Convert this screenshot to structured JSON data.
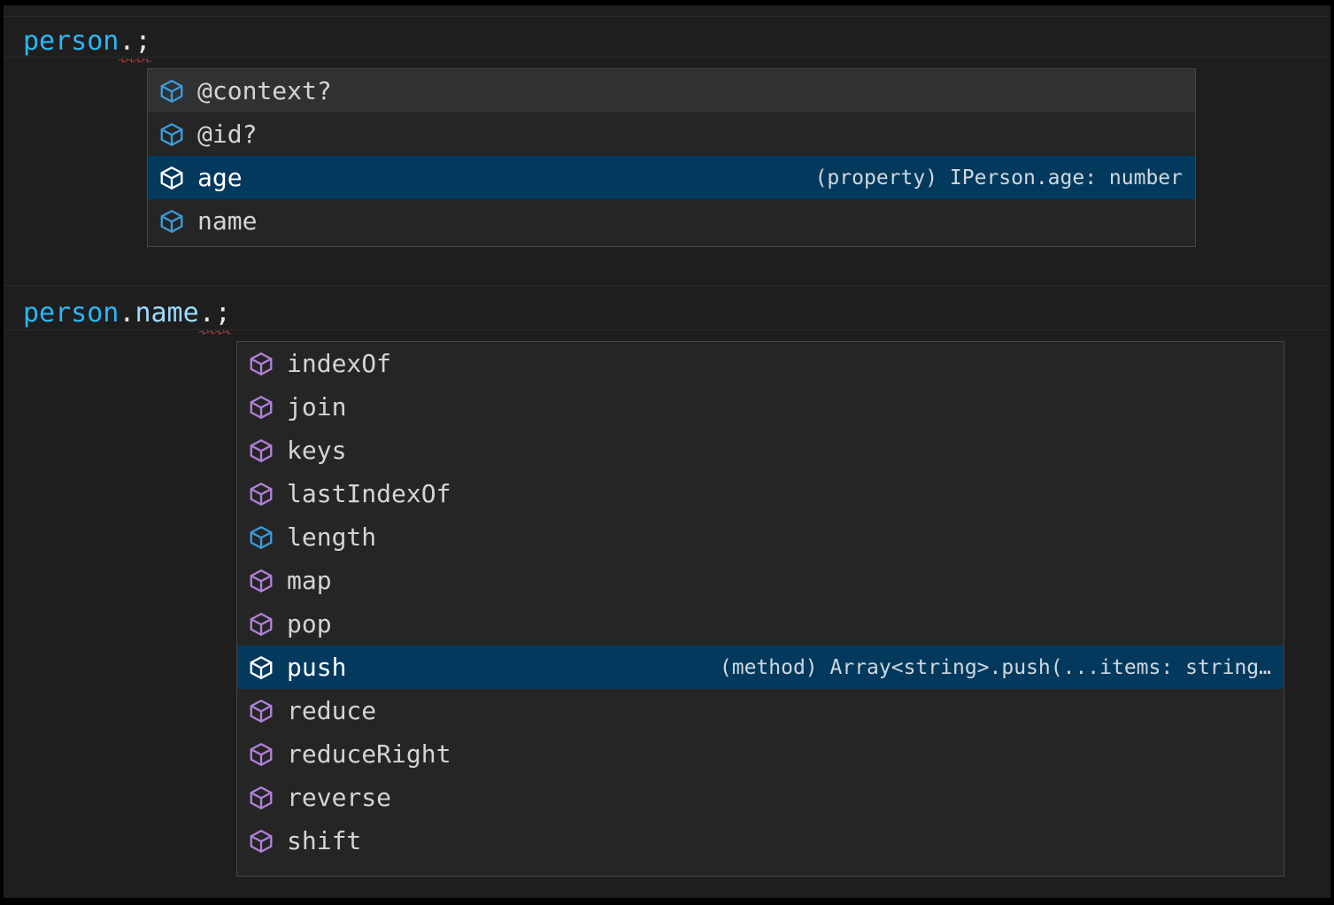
{
  "theme": {
    "editor_background": "#1e1e1e",
    "widget_background": "#252526",
    "widget_border": "#454545",
    "selected_row_background": "#04395e",
    "hovered_row_background": "#2f3133",
    "identifier_color": "#29b8f5",
    "property_color": "#9cdcfe",
    "punctuation_color": "#e6e6e6",
    "error_squiggle_color": "#f14c4c",
    "property_icon_color": "#3a9bd9",
    "method_icon_color": "#b180d7",
    "selected_icon_color": "#ffffff",
    "text_color": "#d4d4d4"
  },
  "code_lines": [
    {
      "id": "line-1",
      "tokens": [
        {
          "text": "person",
          "kind": "identifier"
        },
        {
          "text": ".",
          "kind": "punctuation",
          "error": true
        },
        {
          "text": ";",
          "kind": "punctuation",
          "error": true
        }
      ],
      "plain_text": "person.;"
    },
    {
      "id": "line-2",
      "tokens": [
        {
          "text": "person",
          "kind": "identifier"
        },
        {
          "text": ".",
          "kind": "punctuation"
        },
        {
          "text": "name",
          "kind": "property"
        },
        {
          "text": ".",
          "kind": "punctuation",
          "error": true
        },
        {
          "text": ";",
          "kind": "punctuation",
          "error": true
        }
      ],
      "plain_text": "person.name.;"
    }
  ],
  "suggest_widgets": [
    {
      "id": "suggest-widget-1",
      "for_line": "person.;",
      "items": [
        {
          "label": "@context?",
          "icon": "cube-property-icon",
          "icon_kind": "property",
          "state": "hovered",
          "detail": ""
        },
        {
          "label": "@id?",
          "icon": "cube-property-icon",
          "icon_kind": "property",
          "state": "normal",
          "detail": ""
        },
        {
          "label": "age",
          "icon": "cube-property-icon",
          "icon_kind": "property",
          "state": "selected",
          "detail": "(property) IPerson.age: number"
        },
        {
          "label": "name",
          "icon": "cube-property-icon",
          "icon_kind": "property",
          "state": "normal",
          "detail": ""
        }
      ]
    },
    {
      "id": "suggest-widget-2",
      "for_line": "person.name.;",
      "items": [
        {
          "label": "indexOf",
          "icon": "cube-method-icon",
          "icon_kind": "method",
          "state": "normal",
          "detail": ""
        },
        {
          "label": "join",
          "icon": "cube-method-icon",
          "icon_kind": "method",
          "state": "normal",
          "detail": ""
        },
        {
          "label": "keys",
          "icon": "cube-method-icon",
          "icon_kind": "method",
          "state": "normal",
          "detail": ""
        },
        {
          "label": "lastIndexOf",
          "icon": "cube-method-icon",
          "icon_kind": "method",
          "state": "normal",
          "detail": ""
        },
        {
          "label": "length",
          "icon": "cube-property-icon",
          "icon_kind": "property",
          "state": "normal",
          "detail": ""
        },
        {
          "label": "map",
          "icon": "cube-method-icon",
          "icon_kind": "method",
          "state": "normal",
          "detail": ""
        },
        {
          "label": "pop",
          "icon": "cube-method-icon",
          "icon_kind": "method",
          "state": "normal",
          "detail": ""
        },
        {
          "label": "push",
          "icon": "cube-method-icon",
          "icon_kind": "method",
          "state": "selected",
          "detail": "(method) Array<string>.push(...items: string…"
        },
        {
          "label": "reduce",
          "icon": "cube-method-icon",
          "icon_kind": "method",
          "state": "normal",
          "detail": ""
        },
        {
          "label": "reduceRight",
          "icon": "cube-method-icon",
          "icon_kind": "method",
          "state": "normal",
          "detail": ""
        },
        {
          "label": "reverse",
          "icon": "cube-method-icon",
          "icon_kind": "method",
          "state": "normal",
          "detail": ""
        },
        {
          "label": "shift",
          "icon": "cube-method-icon",
          "icon_kind": "method",
          "state": "normal",
          "detail": ""
        }
      ]
    }
  ]
}
